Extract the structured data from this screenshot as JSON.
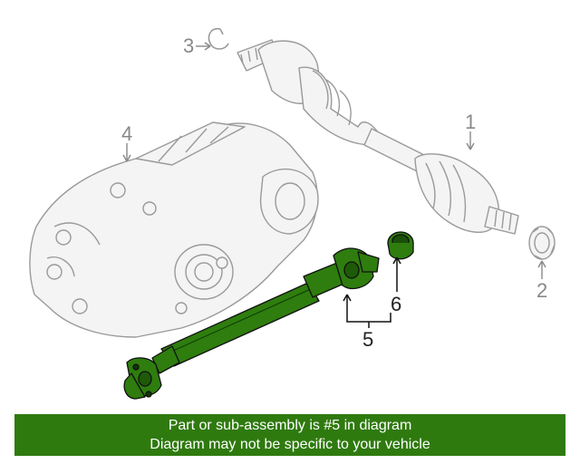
{
  "callouts": {
    "c1": "1",
    "c2": "2",
    "c3": "3",
    "c4": "4",
    "c5": "5",
    "c6": "6"
  },
  "highlight_color": "#2e7d0e",
  "banner": {
    "line1": "Part or sub-assembly is #5 in diagram",
    "line2": "Diagram may not be specific to your vehicle",
    "background": "#2f7a0f"
  }
}
